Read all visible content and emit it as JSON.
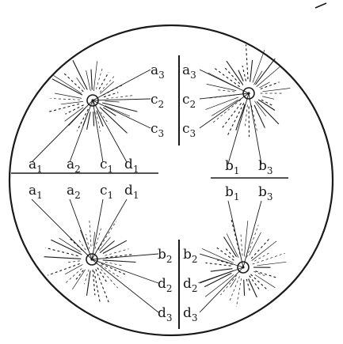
{
  "figure": {
    "top": {
      "left": [
        "a3",
        "c2",
        "c3"
      ],
      "right": [
        "a3",
        "c2",
        "c3"
      ]
    },
    "left_group": {
      "upper": [
        "a1",
        "a2",
        "c1",
        "d1"
      ],
      "lower": [
        "a1",
        "a2",
        "c1",
        "d1"
      ]
    },
    "right_group": {
      "upper": [
        "b1",
        "b3"
      ],
      "lower": [
        "b1",
        "b3"
      ]
    },
    "bottom": {
      "left": [
        "b2",
        "d2",
        "d3"
      ],
      "right": [
        "b2",
        "d2",
        "d3"
      ]
    }
  }
}
